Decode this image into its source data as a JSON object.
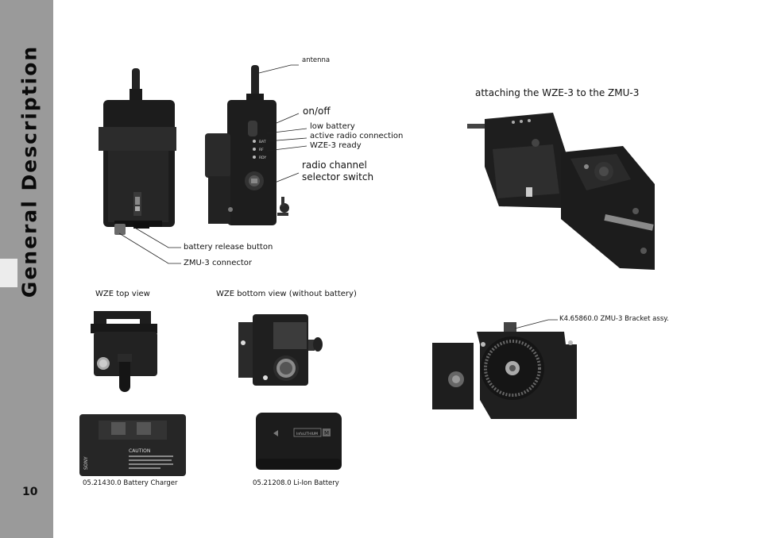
{
  "sidebar": {
    "title": "General Description",
    "page_number": "10"
  },
  "labels": {
    "antenna": "antenna",
    "on_off": "on/off",
    "low_battery": "low battery",
    "active_radio": "active radio connection",
    "wze_ready": "WZE-3 ready",
    "radio_channel_1": "radio channel",
    "radio_channel_2": "selector switch",
    "battery_release": "battery release button",
    "zmu_connector": "ZMU-3 connector",
    "attaching": "attaching the WZE-3 to the ZMU-3",
    "top_view": "WZE top view",
    "bottom_view": "WZE bottom view (without battery)",
    "bracket": "K4.65860.0  ZMU-3 Bracket assy.",
    "charger": "05.21430.0  Battery Charger",
    "battery": "05.21208.0  Li-Ion Battery"
  },
  "device_markings": {
    "led_1": "BAT",
    "led_2": "RF",
    "led_3": "RDY",
    "charger_caution": "CAUTION",
    "charger_brand": "SONY",
    "battery_brand": "InfoLITHIUM",
    "battery_series": "M"
  }
}
